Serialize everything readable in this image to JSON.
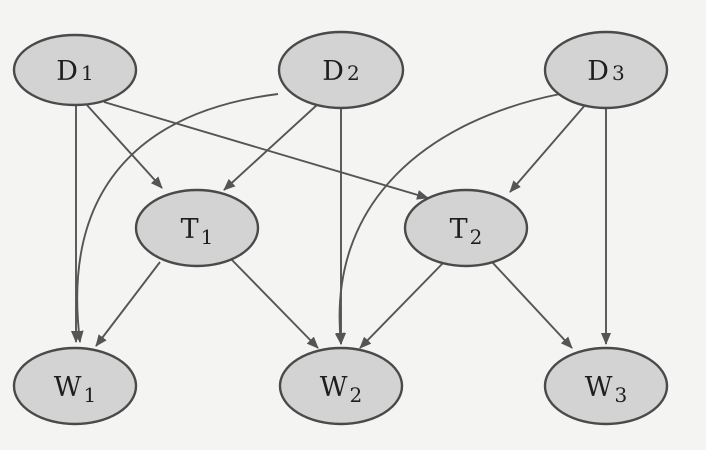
{
  "nodes": {
    "d1": {
      "main": "D",
      "sub": "1"
    },
    "d2": {
      "main": "D",
      "sub": "2"
    },
    "d3": {
      "main": "D",
      "sub": "3"
    },
    "t1": {
      "main": "T",
      "sub": "1"
    },
    "t2": {
      "main": "T",
      "sub": "2"
    },
    "w1": {
      "main": "W",
      "sub": "1"
    },
    "w2": {
      "main": "W",
      "sub": "2"
    },
    "w3": {
      "main": "W",
      "sub": "3"
    }
  },
  "edges": [
    {
      "from": "D1",
      "to": "W1"
    },
    {
      "from": "D1",
      "to": "T1"
    },
    {
      "from": "D1",
      "to": "T2"
    },
    {
      "from": "D2",
      "to": "W1"
    },
    {
      "from": "D2",
      "to": "T1"
    },
    {
      "from": "D2",
      "to": "W2"
    },
    {
      "from": "D3",
      "to": "W2"
    },
    {
      "from": "D3",
      "to": "T2"
    },
    {
      "from": "D3",
      "to": "W3"
    },
    {
      "from": "T1",
      "to": "W1"
    },
    {
      "from": "T1",
      "to": "W2"
    },
    {
      "from": "T2",
      "to": "W2"
    },
    {
      "from": "T2",
      "to": "W3"
    }
  ]
}
